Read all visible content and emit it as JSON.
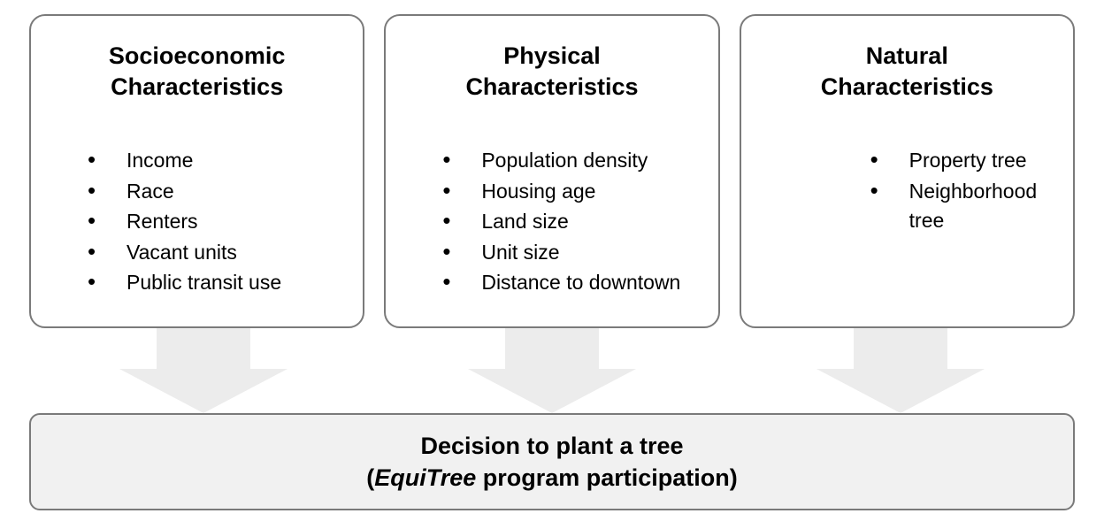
{
  "boxes": [
    {
      "title_line1": "Socioeconomic",
      "title_line2": "Characteristics",
      "items": [
        "Income",
        "Race",
        "Renters",
        "Vacant units",
        "Public transit use"
      ]
    },
    {
      "title_line1": "Physical",
      "title_line2": "Characteristics",
      "items": [
        "Population density",
        "Housing age",
        "Land size",
        "Unit size",
        "Distance to downtown"
      ]
    },
    {
      "title_line1": "Natural",
      "title_line2": "Characteristics",
      "items": [
        "Property tree",
        "Neighborhood tree"
      ]
    }
  ],
  "decision": {
    "line1": "Decision to plant a tree",
    "line2_prefix": "(",
    "line2_italic": "EquiTree",
    "line2_rest": " program participation)"
  },
  "colors": {
    "box_border": "#7a7a7a",
    "arrow_fill": "#ececec",
    "decision_fill": "#f1f1f1"
  }
}
